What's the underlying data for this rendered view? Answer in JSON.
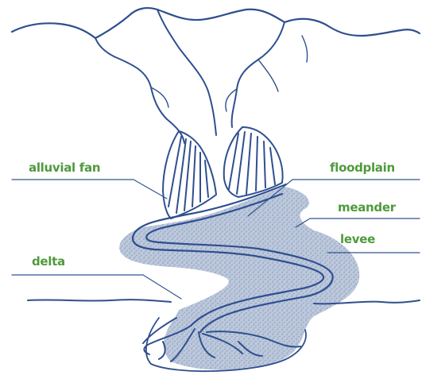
{
  "diagram": {
    "labels": {
      "alluvial_fan": "alluvial fan",
      "floodplain": "floodplain",
      "meander": "meander",
      "levee": "levee",
      "delta": "delta"
    },
    "colors": {
      "outline": "#2f4f8f",
      "label_text": "#4f9a3c",
      "leader_line": "#35558f",
      "floodplain_fill": "#bcc8dc",
      "floodplain_speckle": "#8796b3"
    }
  }
}
